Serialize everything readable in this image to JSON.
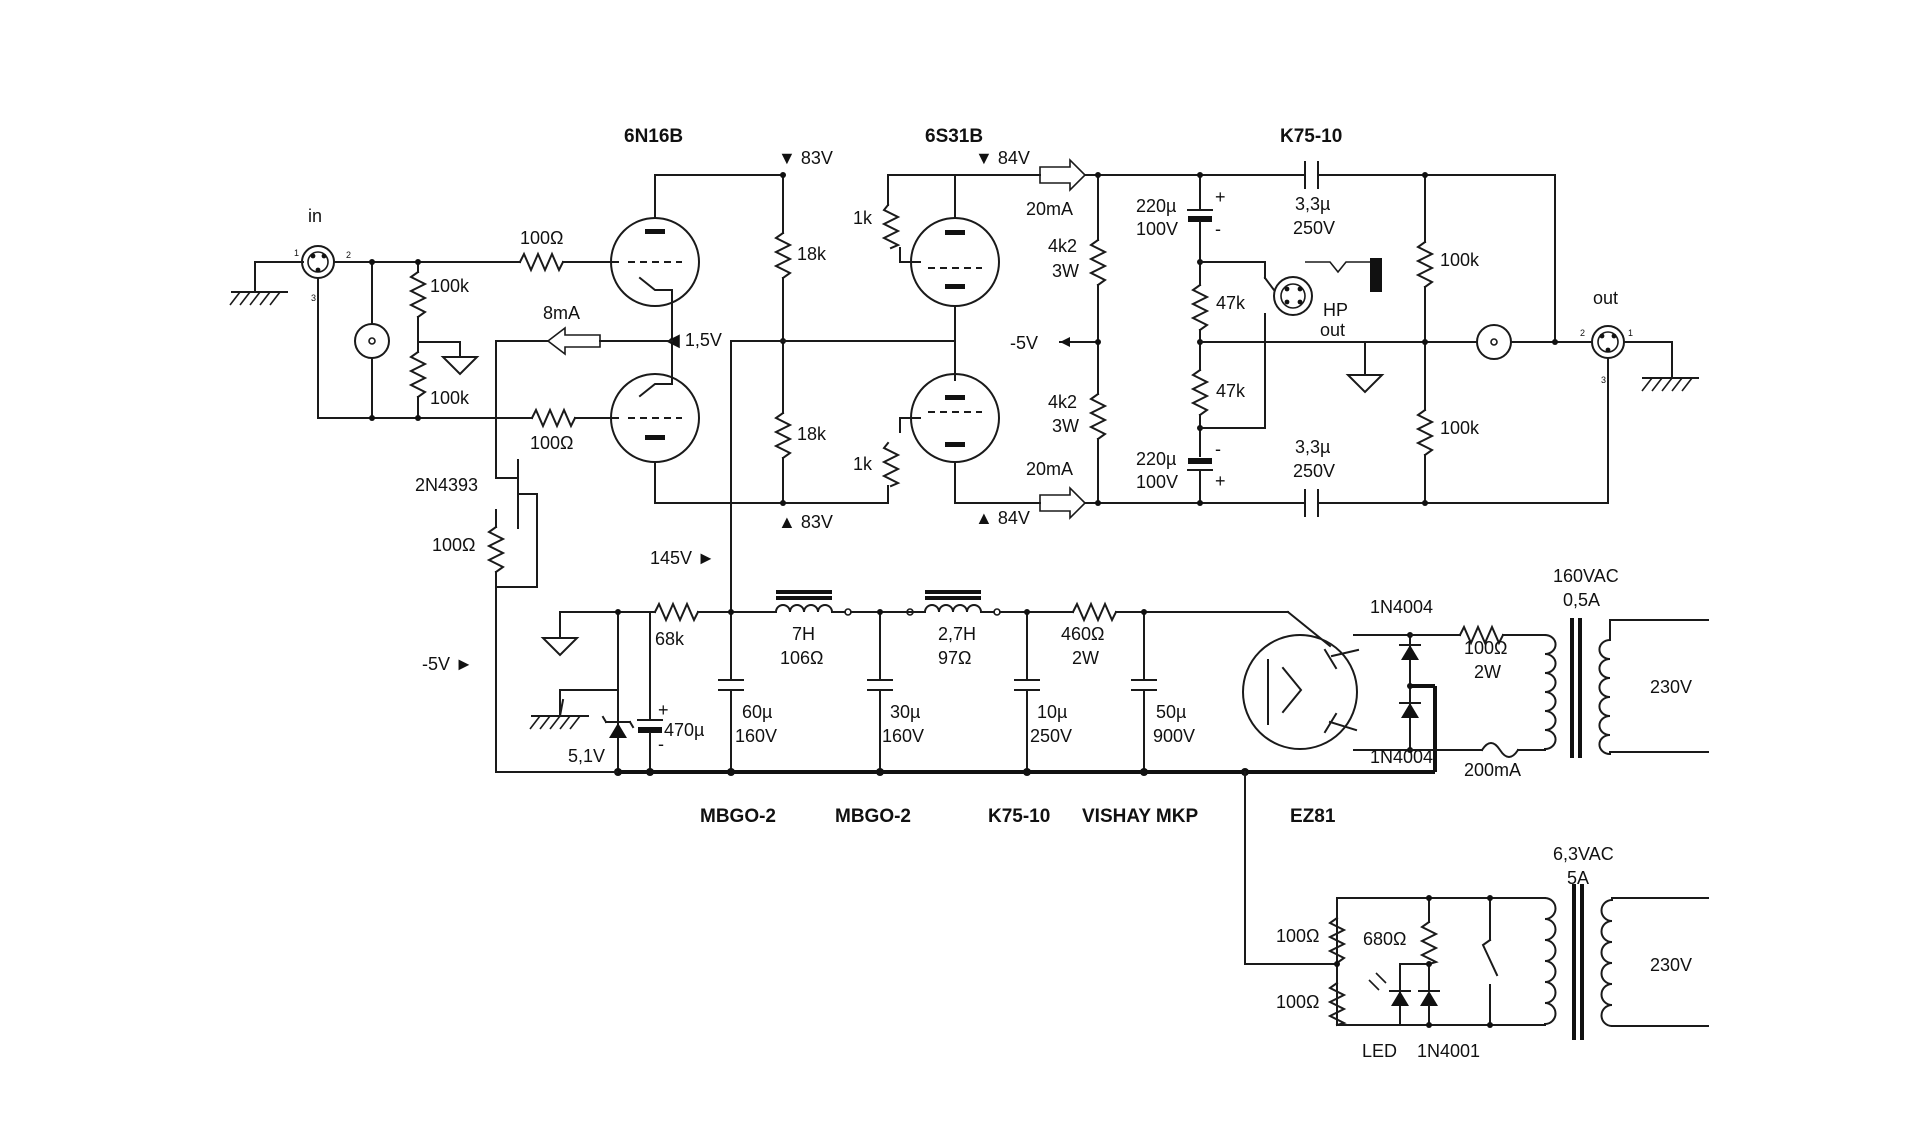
{
  "tubes": {
    "input": "6N16B",
    "output": "6S31B",
    "rectifier": "EZ81"
  },
  "connectors": {
    "in": "in",
    "out": "out",
    "hp_line1": "HP",
    "hp_line2": "out",
    "pin1": "1",
    "pin2": "2",
    "pin3": "3"
  },
  "top_labels": {
    "k75": "K75-10"
  },
  "voltages": {
    "v83_top": "83V",
    "v83_bot": "83V",
    "v84_top": "84V",
    "v84_bot": "84V",
    "v1_5": "1,5V",
    "v145": "145V",
    "vneg5_mid": "-5V",
    "vneg5_left": "-5V"
  },
  "currents": {
    "i8": "8mA",
    "i20_top": "20mA",
    "i20_bot": "20mA",
    "fuse": "200mA"
  },
  "resistors": {
    "r100_top": "100Ω",
    "r100_bot": "100Ω",
    "r100k_a": "100k",
    "r100k_b": "100k",
    "r18k_a": "18k",
    "r18k_b": "18k",
    "r1k_a": "1k",
    "r1k_b": "1k",
    "r4k2_a1": "4k2",
    "r4k2_a2": "3W",
    "r4k2_b1": "4k2",
    "r4k2_b2": "3W",
    "r47k_a": "47k",
    "r47k_b": "47k",
    "r100k_out_a": "100k",
    "r100k_out_b": "100k",
    "r100_fet": "100Ω",
    "r68k": "68k",
    "r460_1": "460Ω",
    "r460_2": "2W",
    "r100_2w_1": "100Ω",
    "r100_2w_2": "2W",
    "r100_h1": "100Ω",
    "r100_h2": "100Ω",
    "r680": "680Ω"
  },
  "capacitors": {
    "c220_a1": "220µ",
    "c220_a2": "100V",
    "c220_b1": "220µ",
    "c220_b2": "100V",
    "c33_a1": "3,3µ",
    "c33_a2": "250V",
    "c33_b1": "3,3µ",
    "c33_b2": "250V",
    "c470": "470µ",
    "c60_1": "60µ",
    "c60_2": "160V",
    "c30_1": "30µ",
    "c30_2": "160V",
    "c10_1": "10µ",
    "c10_2": "250V",
    "c50_1": "50µ",
    "c50_2": "900V",
    "plus": "+",
    "minus": "-"
  },
  "chokes": {
    "l1_1": "7H",
    "l1_2": "106Ω",
    "l2_1": "2,7H",
    "l2_2": "97Ω"
  },
  "semis": {
    "fet": "2N4393",
    "zener": "5,1V",
    "d1": "1N4004",
    "d2": "1N4004",
    "led": "LED",
    "d1n4001": "1N4001"
  },
  "cap_types": {
    "t1": "MBGO-2",
    "t2": "MBGO-2",
    "t3": "K75-10",
    "t4": "VISHAY MKP"
  },
  "transformers": {
    "ht_sec1": "160VAC",
    "ht_sec2": "0,5A",
    "ht_pri": "230V",
    "fil_sec1": "6,3VAC",
    "fil_sec2": "5A",
    "fil_pri": "230V"
  }
}
